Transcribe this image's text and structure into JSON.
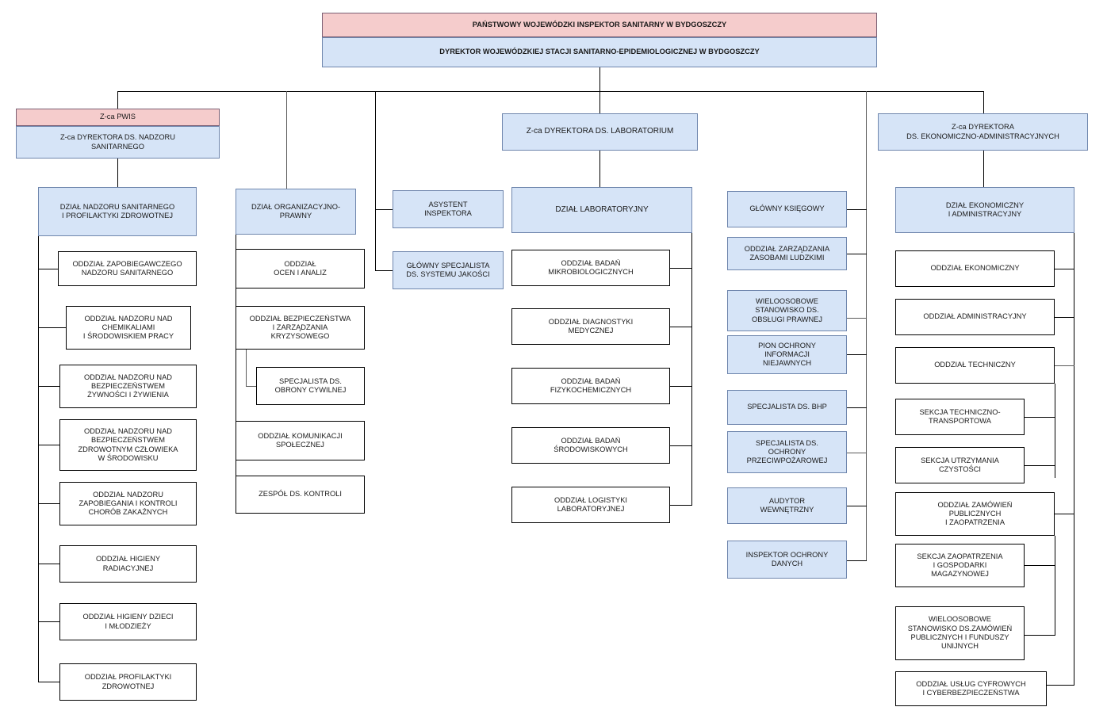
{
  "title": "Struktura organizacyjna WSSE w Bydgoszczy",
  "colors": {
    "header_pink": "#f5cccc",
    "header_blue": "#d6e4f7",
    "plain_white": "#ffffff",
    "line": "#000000"
  },
  "top": {
    "inspector": "PAŃSTWOWY WOJEWÓDZKI INSPEKTOR SANITARNY W BYDGOSZCZY",
    "director": "DYREKTOR WOJEWÓDZKIEJ STACJI SANITARNO-EPIDEMIOLOGICZNEJ W BYDGOSZCZY"
  },
  "deputies": {
    "nadzor_pwis": "Z-ca PWIS",
    "nadzor": "Z-ca DYREKTORA DS. NADZORU\nSANITARNEGO",
    "laboratorium": "Z-ca DYREKTORA DS. LABORATORIUM",
    "ekonomiczno": "Z-ca DYREKTORA\nDS. EKONOMICZNO-ADMINISTRACYJNYCH"
  },
  "col_nadzor": {
    "head": "DZIAŁ NADZORU SANITARNEGO\nI PROFILAKTYKI ZDROWOTNEJ",
    "children": [
      "ODDZIAŁ ZAPOBIEGAWCZEGO\nNADZORU SANITARNEGO",
      "ODDZIAŁ NADZORU NAD\nCHEMIKALIAMI\nI ŚRODOWISKIEM PRACY",
      "ODDZIAŁ NADZORU NAD\nBEZPIECZEŃSTWEM\nŻYWNOŚCI I ŻYWIENIA",
      "ODDZIAŁ NADZORU NAD\nBEZPIECZEŃSTWEM\nZDROWOTNYM CZŁOWIEKA\nW ŚRODOWISKU",
      "ODDZIAŁ NADZORU\nZAPOBIEGANIA I KONTROLI\nCHORÓB ZAKAŹNYCH",
      "ODDZIAŁ HIGIENY\nRADIACYJNEJ",
      "ODDZIAŁ HIGIENY DZIECI\nI MŁODZIEŻY",
      "ODDZIAŁ PROFILAKTYKI\nZDROWOTNEJ"
    ]
  },
  "col_org": {
    "head": "DZIAŁ ORGANIZACYJNO-\nPRAWNY",
    "children": [
      "ODDZIAŁ\nOCEN I ANALIZ",
      "ODDZIAŁ BEZPIECZEŃSTWA\nI ZARZĄDZANIA\nKRYZYSOWEGO",
      "ODDZIAŁ KOMUNIKACJI\nSPOŁECZNEJ",
      "ZESPÓŁ DS. KONTROLI"
    ],
    "sub_of_bezpieczenstwa": "SPECJALISTA DS.\nOBRONY CYWILNEJ"
  },
  "col_staff": {
    "items": [
      "ASYSTENT\nINSPEKTORA",
      "GŁÓWNY SPECJALISTA\nDS. SYSTEMU JAKOŚCI"
    ]
  },
  "col_lab": {
    "head": "DZIAŁ LABORATORYJNY",
    "children": [
      "ODDZIAŁ BADAŃ\nMIKROBIOLOGICZNYCH",
      "ODDZIAŁ DIAGNOSTYKI\nMEDYCZNEJ",
      "ODDZIAŁ BADAŃ\nFIZYKOCHEMICZNYCH",
      "ODDZIAŁ BADAŃ\nŚRODOWISKOWYCH",
      "ODDZIAŁ LOGISTYKI\nLABORATORYJNEJ"
    ]
  },
  "col_direct": {
    "items": [
      "GŁÓWNY KSIĘGOWY",
      "ODDZIAŁ ZARZĄDZANIA\nZASOBAMI LUDZKIMI",
      "WIELOOSOBOWE\nSTANOWISKO DS.\nOBSŁUGI PRAWNEJ",
      "PION OCHRONY\nINFORMACJI\nNIEJAWNYCH",
      "SPECJALISTA DS. BHP",
      "SPECJALISTA DS.\nOCHRONY\nPRZECIWPOŻAROWEJ",
      "AUDYTOR\nWEWNĘTRZNY",
      "INSPEKTOR OCHRONY\nDANYCH"
    ]
  },
  "col_ekon": {
    "head": "DZIAŁ EKONOMICZNY\nI ADMINISTRACYJNY",
    "children": [
      "ODDZIAŁ EKONOMICZNY",
      "ODDZIAŁ ADMINISTRACYJNY",
      "ODDZIAŁ TECHNICZNY",
      "ODDZIAŁ ZAMÓWIEŃ\nPUBLICZNYCH\nI ZAOPATRZENIA",
      "ODDZIAŁ USŁUG CYFROWYCH\nI CYBERBEZPIECZEŃSTWA"
    ],
    "sub_of_techniczny": [
      "SEKCJA TECHNICZNO-\nTRANSPORTOWA",
      "SEKCJA UTRZYMANIA\nCZYSTOŚCI"
    ],
    "sub_of_zamowien": [
      "SEKCJA ZAOPATRZENIA\nI GOSPODARKI\nMAGAZYNOWEJ",
      "WIELOOSOBOWE\nSTANOWISKO DS.ZAMÓWIEŃ\nPUBLICZNYCH I FUNDUSZY\nUNIJNYCH"
    ]
  }
}
